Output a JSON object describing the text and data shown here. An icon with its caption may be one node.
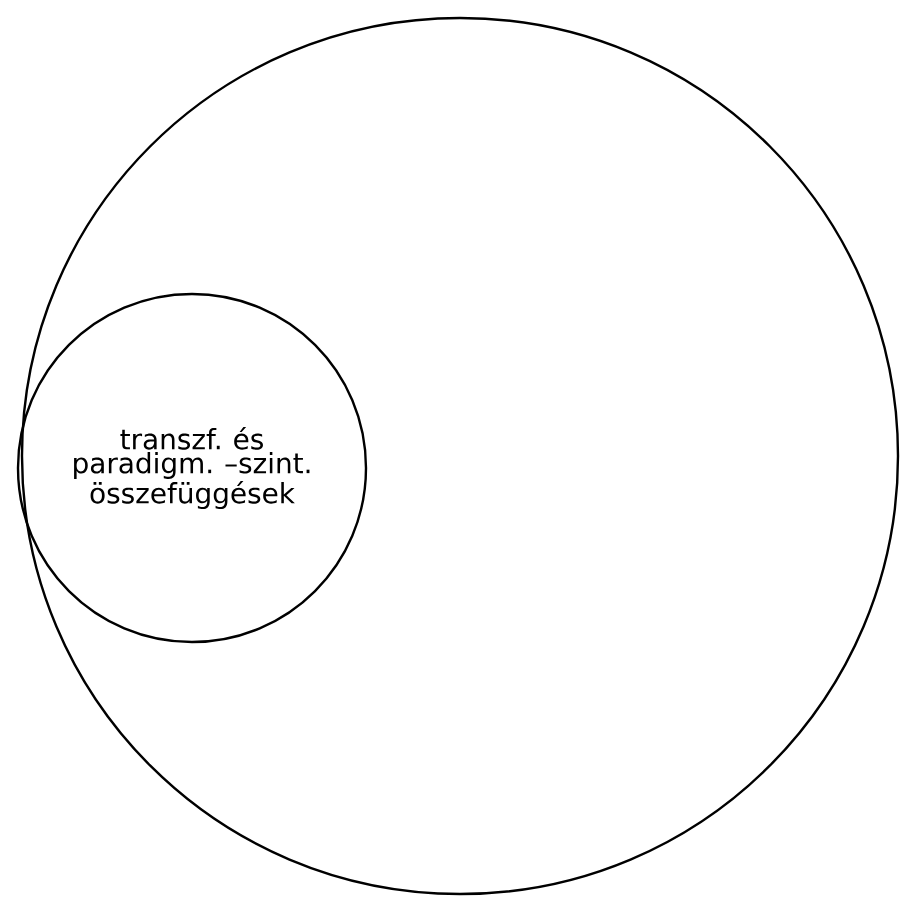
{
  "diagram": {
    "nodes": [
      {
        "text": [],
        "shape": "circle"
      },
      {
        "text": [
          "transzf. és paradigm. –szint. összefüggések"
        ],
        "in": 0
      }
    ]
  }
}
